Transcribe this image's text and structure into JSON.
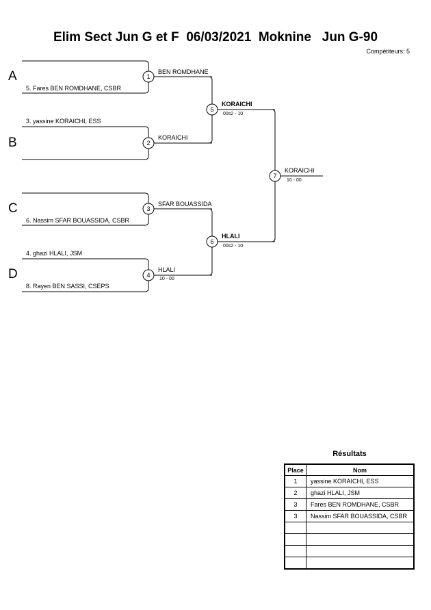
{
  "header": {
    "title": "Elim Sect Jun G et F  06/03/2021  Moknine   Jun G-90",
    "competitors": "Compétiteurs: 5"
  },
  "pools": [
    "A",
    "B",
    "C",
    "D"
  ],
  "entries": {
    "a_bottom": "5. Fares BEN ROMDHANE, CSBR",
    "b_top": "3. yassine KORAICHI, ESS",
    "c_bottom": "6. Nassim SFAR BOUASSIDA, CSBR",
    "d_top": "4. ghazi HLALI, JSM",
    "d_bottom": "8. Rayen BEN SASSI, CSEPS"
  },
  "matches": {
    "m1": {
      "number": "1",
      "winner": "BEN ROMDHANE"
    },
    "m2": {
      "number": "2",
      "winner": "KORAICHI"
    },
    "m3": {
      "number": "3",
      "winner": "SFAR BOUASSIDA"
    },
    "m4": {
      "number": "4",
      "winner": "HLALI",
      "score": "10 - 00"
    },
    "m5": {
      "number": "5",
      "winner": "KORAICHI",
      "score": "00s2 - 10"
    },
    "m6": {
      "number": "6",
      "winner": "HLALI",
      "score": "00s2 - 10"
    },
    "m7": {
      "number": "7",
      "winner": "KORAICHI",
      "score": "10 - 00"
    }
  },
  "results": {
    "title": "Résultats",
    "headers": {
      "place": "Place",
      "name": "Nom"
    },
    "rows": [
      {
        "place": "1",
        "name": "yassine KORAICHI, ESS"
      },
      {
        "place": "2",
        "name": "ghazi HLALI, JSM"
      },
      {
        "place": "3",
        "name": "Fares BEN ROMDHANE, CSBR"
      },
      {
        "place": "3",
        "name": "Nassim SFAR BOUASSIDA, CSBR"
      },
      {
        "place": "",
        "name": ""
      },
      {
        "place": "",
        "name": ""
      },
      {
        "place": "",
        "name": ""
      },
      {
        "place": "",
        "name": ""
      }
    ]
  }
}
